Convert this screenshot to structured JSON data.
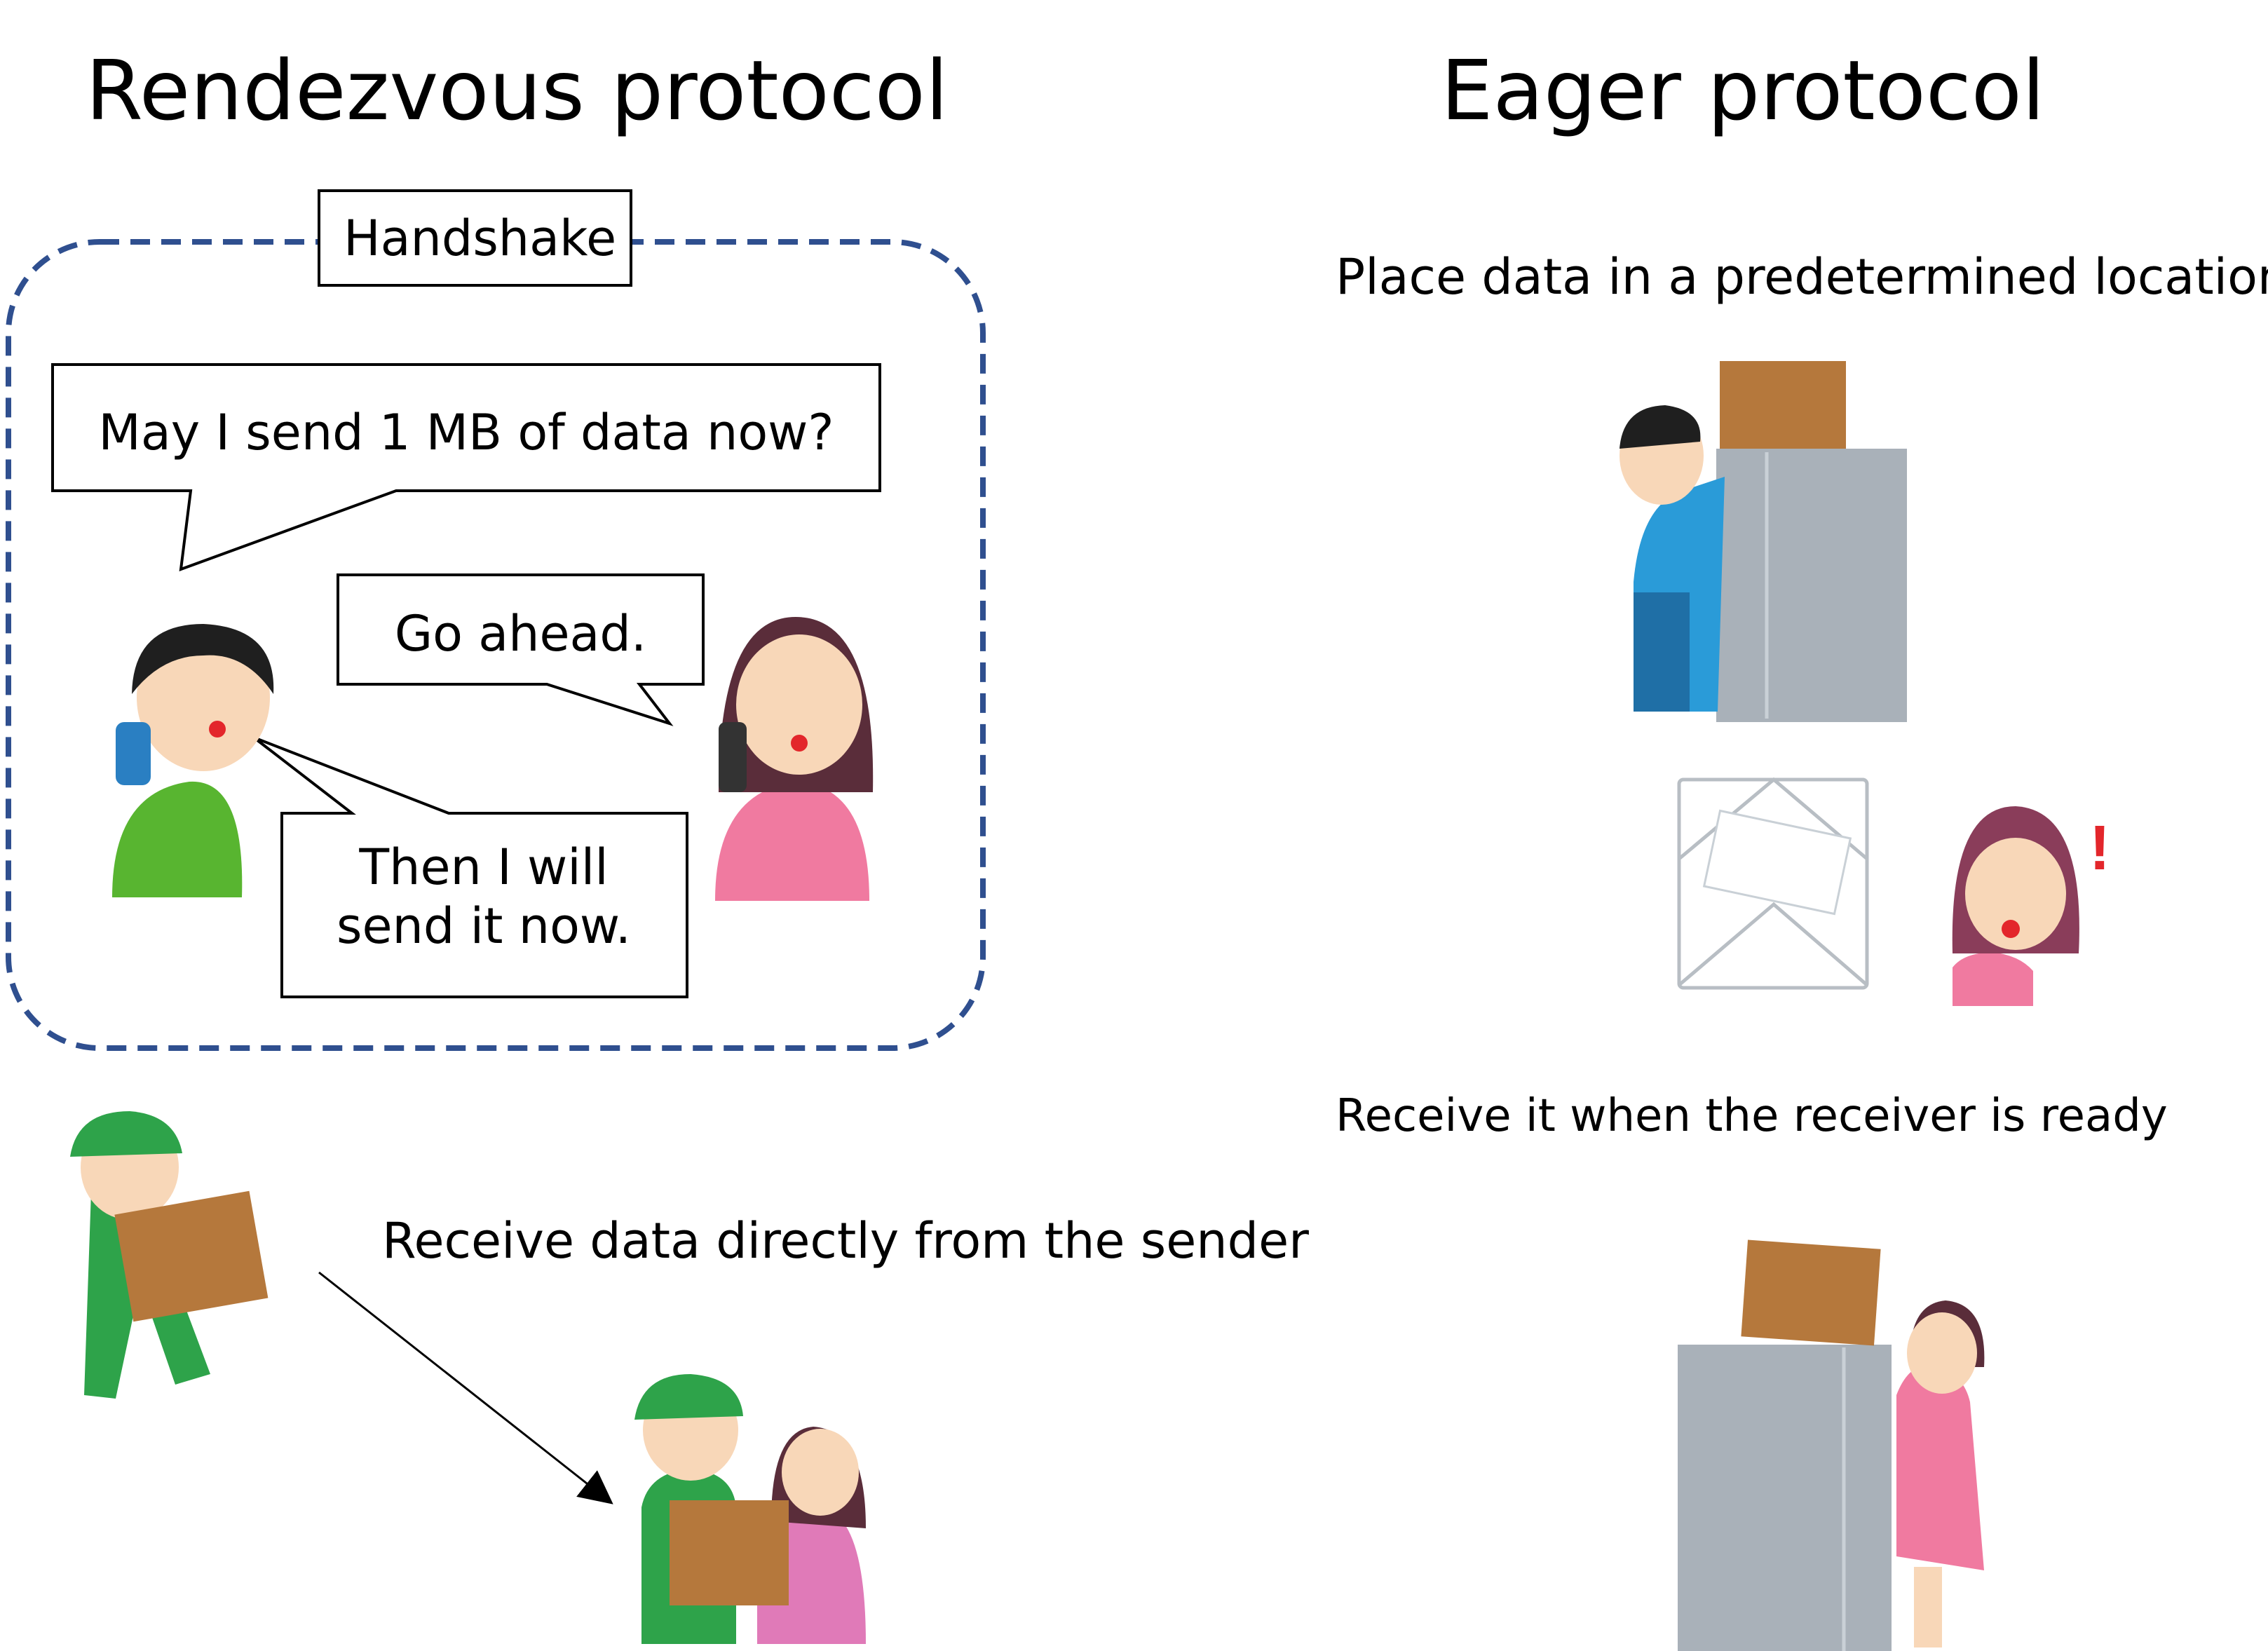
{
  "rendezvous": {
    "title": "Rendezvous protocol",
    "handshake_label": "Handshake",
    "bubble_ask": "May I send 1 MB of data now?",
    "bubble_reply": "Go ahead.",
    "bubble_confirm": "Then I will send it now.",
    "caption": "Receive data directly from the sender"
  },
  "eager": {
    "title": "Eager protocol",
    "caption_place": "Place data in a predetermined location",
    "caption_receive": "Receive it when the receiver is ready"
  },
  "colors": {
    "dashed_border": "#2f4f8f",
    "box_brown": "#b5783c",
    "locker_gray": "#a9b1b9",
    "green_shirt": "#58b530",
    "pink_shirt": "#f07aa0",
    "blue_shirt": "#2a9bd8",
    "alert_red": "#e3262b"
  }
}
